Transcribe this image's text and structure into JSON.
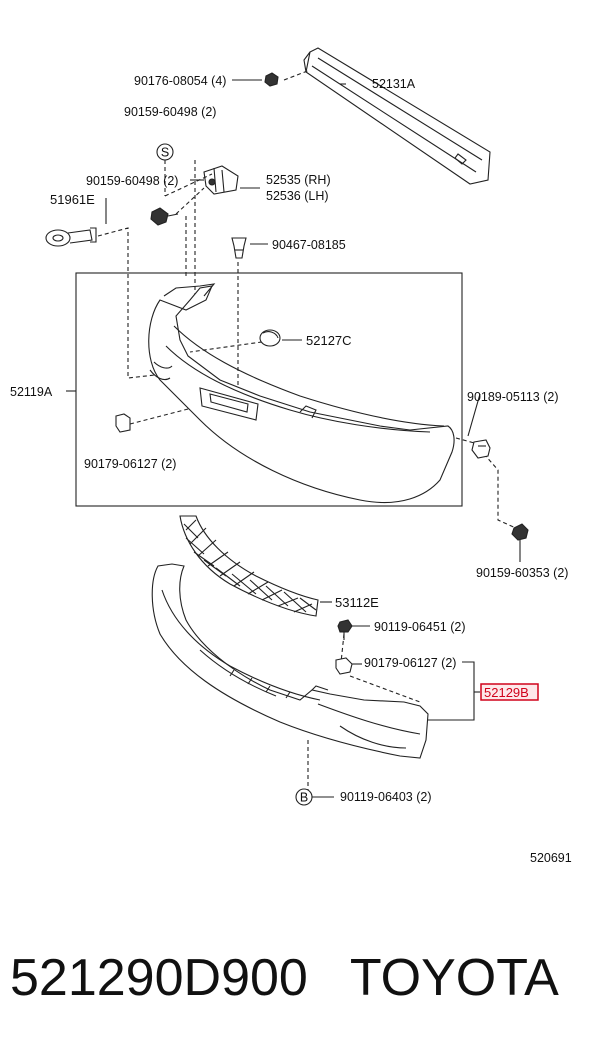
{
  "parts": {
    "p90176": "90176-08054 (4)",
    "p52131A": "52131A",
    "p90159a": "90159-60498 (2)",
    "p90159b": "90159-60498 (2)",
    "p52535": "52535 (RH)",
    "p52536": "52536 (LH)",
    "p51961E": "51961E",
    "p90467": "90467-08185",
    "p52127C": "52127C",
    "p52119A": "52119A",
    "p90189": "90189-05113 (2)",
    "p90179a": "90179-06127 (2)",
    "p90159c": "90159-60353 (2)",
    "p53112E": "53112E",
    "p90119a": "90119-06451 (2)",
    "p90179b": "90179-06127 (2)",
    "p52129B": "52129B",
    "p90119b": "90119-06403 (2)",
    "diagram_id": "520691"
  },
  "callouts": {
    "s": "S",
    "b": "B"
  },
  "highlight": {
    "color": "#d0021b",
    "fill": "#fde8ea"
  },
  "footer": {
    "part_number": "521290D900",
    "brand": "TOYOTA"
  }
}
